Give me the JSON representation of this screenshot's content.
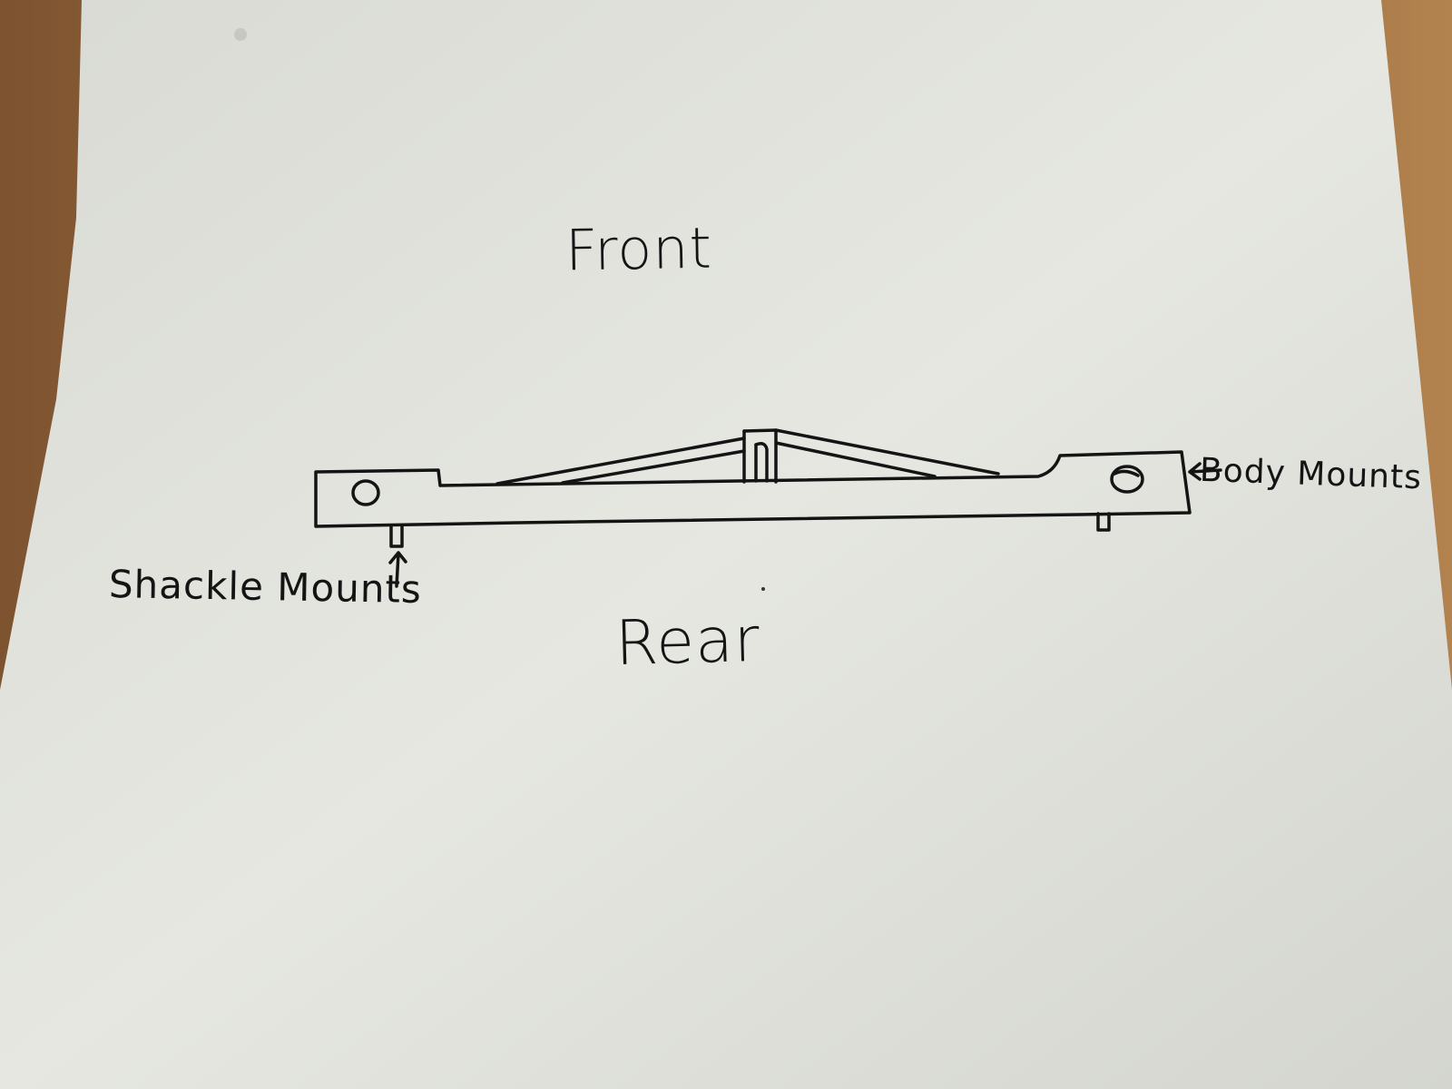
{
  "diagram": {
    "labels": {
      "front": "Front",
      "rear": "Rear",
      "body_mounts": "Body Mounts",
      "shackle_mounts": "Shackle Mounts"
    }
  },
  "colors": {
    "ink": "#141414",
    "paper": "#e6e7e1",
    "table": "#9a6a3c"
  }
}
